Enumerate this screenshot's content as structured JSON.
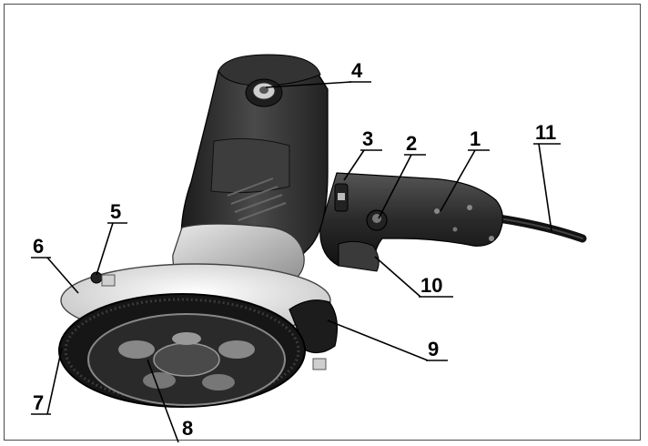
{
  "diagram": {
    "subject": "",
    "callouts": [
      {
        "id": "1",
        "label": "1"
      },
      {
        "id": "2",
        "label": "2"
      },
      {
        "id": "3",
        "label": "3"
      },
      {
        "id": "4",
        "label": "4"
      },
      {
        "id": "5",
        "label": "5"
      },
      {
        "id": "6",
        "label": "6"
      },
      {
        "id": "7",
        "label": "7"
      },
      {
        "id": "8",
        "label": "8"
      },
      {
        "id": "9",
        "label": "9"
      },
      {
        "id": "10",
        "label": "10"
      },
      {
        "id": "11",
        "label": "11"
      }
    ]
  },
  "colors": {
    "body_dark": "#2b2b2b",
    "body_mid": "#4a4a4a",
    "metal_light": "#d9d9d9",
    "brush": "#1a1a1a",
    "frame": "#4a4a4a"
  }
}
